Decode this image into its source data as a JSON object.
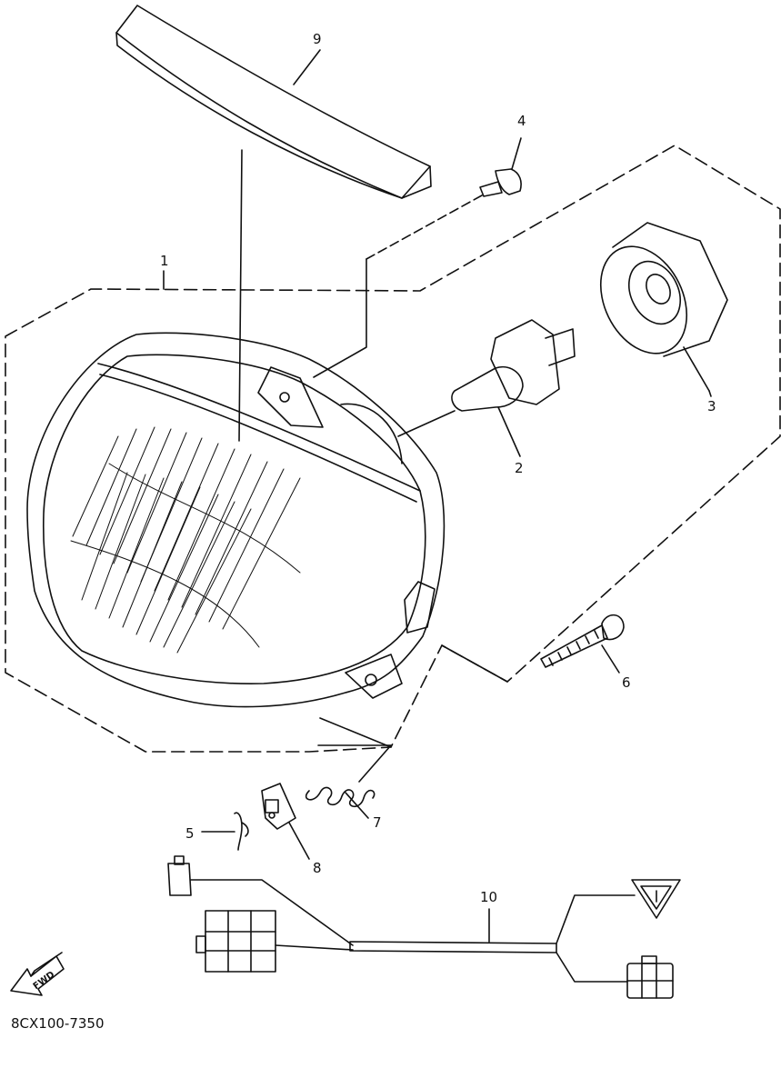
{
  "diagram": {
    "callouts": [
      {
        "id": "part-1",
        "text": "1"
      },
      {
        "id": "part-2",
        "text": "2"
      },
      {
        "id": "part-3",
        "text": "3"
      },
      {
        "id": "part-4",
        "text": "4"
      },
      {
        "id": "part-5",
        "text": "5"
      },
      {
        "id": "part-6",
        "text": "6"
      },
      {
        "id": "part-7",
        "text": "7"
      },
      {
        "id": "part-8",
        "text": "8"
      },
      {
        "id": "part-9",
        "text": "9"
      },
      {
        "id": "part-10",
        "text": "10"
      }
    ],
    "direction_marker": "FWD",
    "drawing_code": "8CX100-7350"
  }
}
